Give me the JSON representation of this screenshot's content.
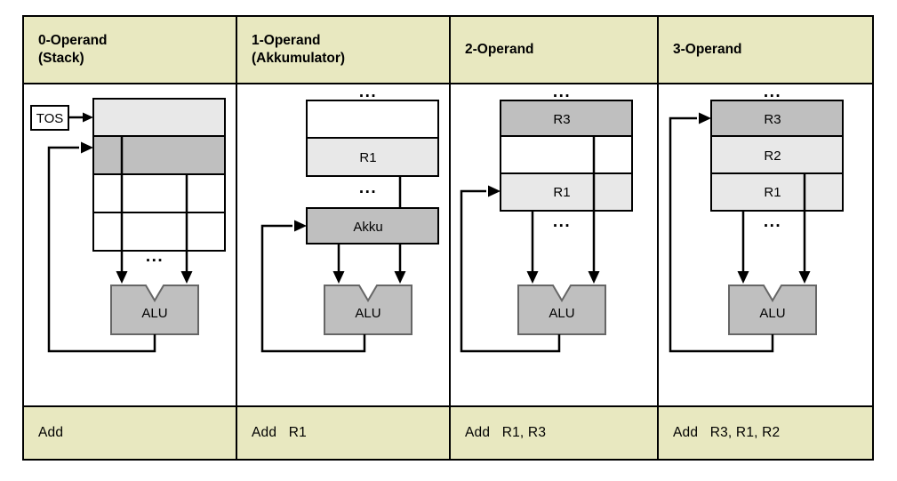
{
  "figure": {
    "type": "diagram",
    "topic": "Operand count instruction set architectures",
    "colors": {
      "header_fill": "#e8e8c0",
      "footer_fill": "#e8e8c0",
      "dark_gray": "#bfbfbf",
      "light_gray": "#e8e8e8",
      "white": "#ffffff",
      "line": "#000000"
    }
  },
  "columns": [
    {
      "id": "col-0-operand",
      "header": "0-Operand\n(Stack)",
      "instruction": "Add",
      "pointer_label": "TOS",
      "alu_label": "ALU",
      "ellipsis": "...",
      "stack_cells": [
        {
          "label": "",
          "fill": "light"
        },
        {
          "label": "",
          "fill": "dark"
        },
        {
          "label": "",
          "fill": "white"
        },
        {
          "label": "",
          "fill": "white"
        }
      ]
    },
    {
      "id": "col-1-operand",
      "header": "1-Operand\n(Akkumulator)",
      "instruction": "Add   R1",
      "accumulator_label": "Akku",
      "alu_label": "ALU",
      "ellipsis": "...",
      "register_cells": [
        {
          "label": "",
          "fill": "white"
        },
        {
          "label": "R1",
          "fill": "light"
        }
      ]
    },
    {
      "id": "col-2-operand",
      "header": "2-Operand",
      "instruction": "Add   R1, R3",
      "alu_label": "ALU",
      "ellipsis": "...",
      "register_cells": [
        {
          "label": "R3",
          "fill": "dark"
        },
        {
          "label": "",
          "fill": "white"
        },
        {
          "label": "R1",
          "fill": "light"
        }
      ]
    },
    {
      "id": "col-3-operand",
      "header": "3-Operand",
      "instruction": "Add   R3, R1, R2",
      "alu_label": "ALU",
      "ellipsis": "...",
      "register_cells": [
        {
          "label": "R3",
          "fill": "dark"
        },
        {
          "label": "R2",
          "fill": "light"
        },
        {
          "label": "R1",
          "fill": "light"
        }
      ]
    }
  ]
}
